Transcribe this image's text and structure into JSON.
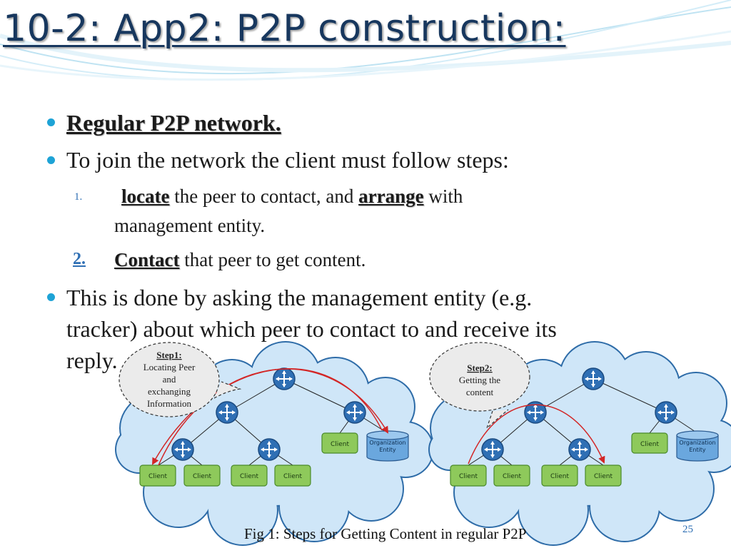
{
  "title": "10-2: App2: P2P construction:",
  "bullets": {
    "b1": "Regular P2P network.",
    "b2": "To join the network the client must follow steps:",
    "steps": [
      {
        "number": "1.",
        "kw1": "locate",
        "text1": " the peer to contact, and ",
        "kw2": "arrange",
        "text2": " with",
        "line2": "management  entity."
      },
      {
        "number": "2.",
        "kw1": "Contact",
        "text1": " that peer to get content."
      }
    ],
    "b3_line1": "This is done by asking the management entity (e.g.",
    "b3_line2": "tracker) about which peer to contact to and receive its",
    "b3_line3": "reply."
  },
  "figure": {
    "step1_callout": [
      "Step1:",
      "Locating Peer",
      "and",
      "exchanging",
      "Information"
    ],
    "step2_callout": [
      "Step2:",
      "Getting the",
      "content"
    ],
    "client_label": "Client",
    "entity_label": [
      "Organization",
      "Entity"
    ]
  },
  "caption": "Fig 1: Steps for Getting Content in regular P2P",
  "page_number": "25",
  "colors": {
    "title": "#17375e",
    "bullet": "#1ea3d6",
    "cloud_fill": "#cfe6f8",
    "cloud_stroke": "#2e6ca8",
    "client_fill": "#8ec95b",
    "router_fill": "#2f6fb4",
    "arrow": "#d32626"
  }
}
